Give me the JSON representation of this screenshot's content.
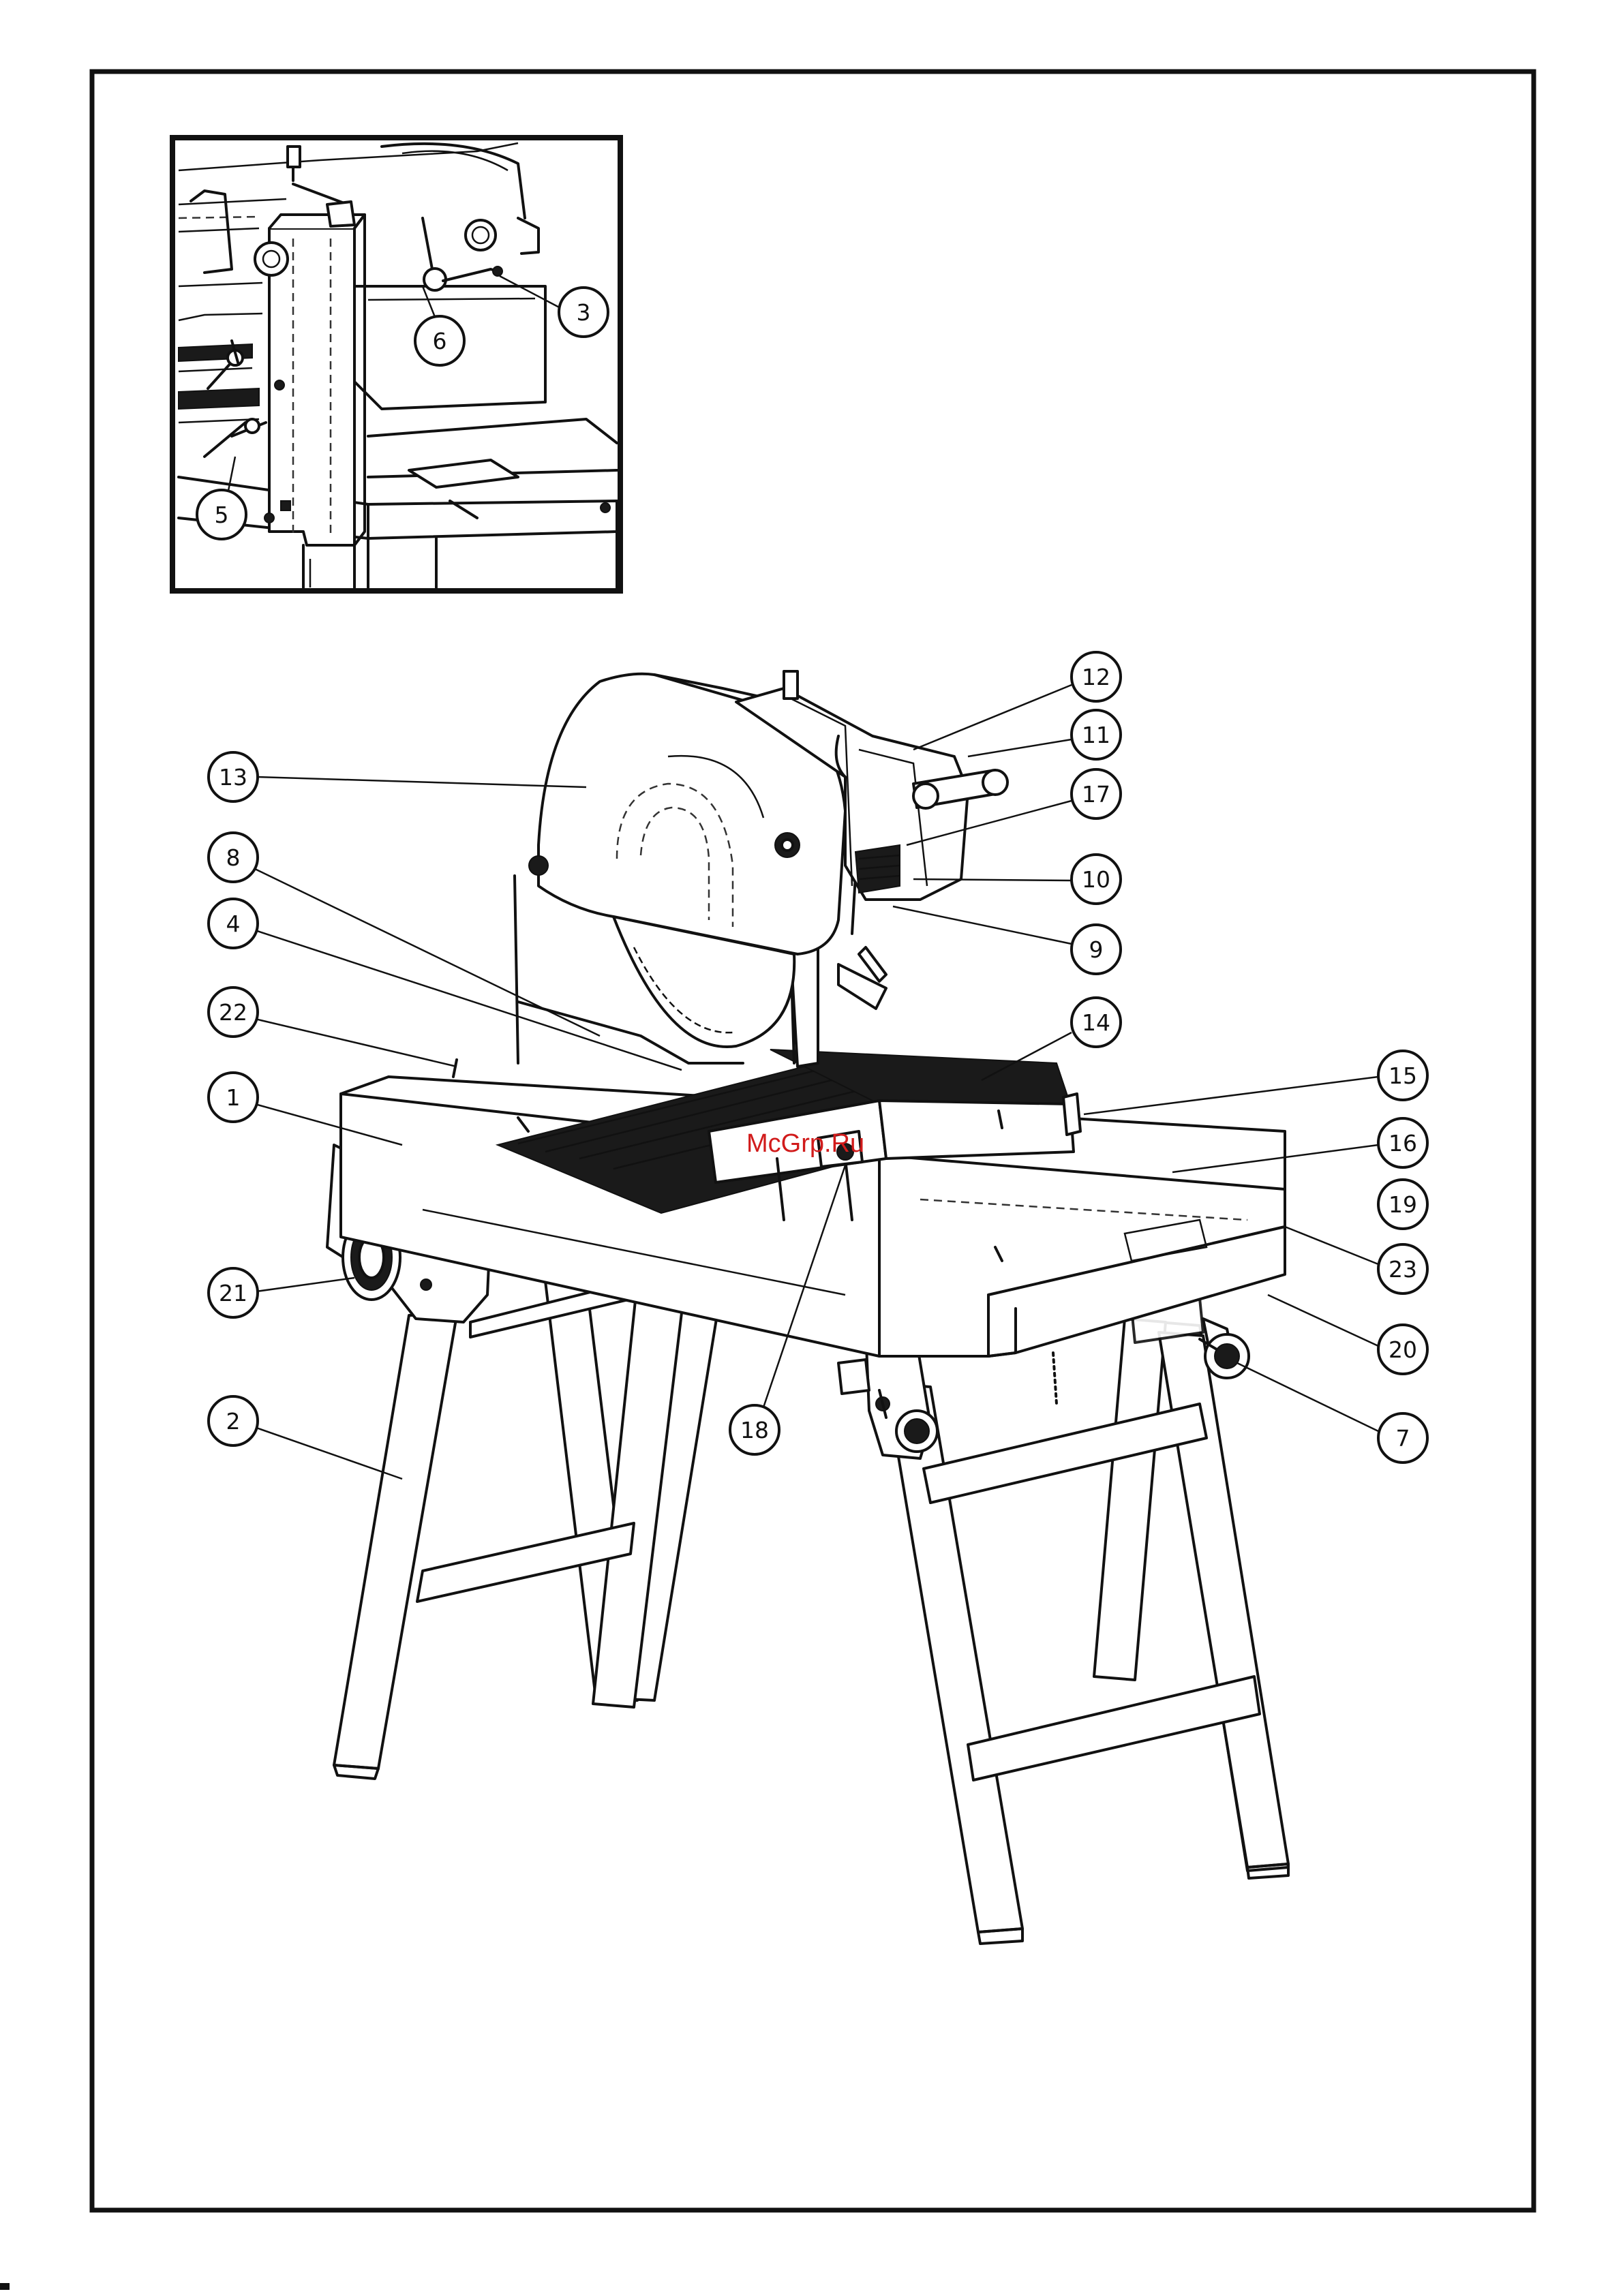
{
  "callouts": {
    "c1": "1",
    "c2": "2",
    "c3": "3",
    "c4": "4",
    "c5": "5",
    "c6": "6",
    "c7": "7",
    "c8": "8",
    "c9": "9",
    "c10": "10",
    "c11": "11",
    "c12": "12",
    "c13": "13",
    "c14": "14",
    "c15": "15",
    "c16": "16",
    "c17": "17",
    "c18": "18",
    "c19": "19",
    "c20": "20",
    "c21": "21",
    "c22": "22",
    "c23": "23"
  },
  "watermark": "McGrp.Ru",
  "colors": {
    "watermark": "#d11b1b",
    "line": "#111111",
    "background": "#ffffff"
  }
}
